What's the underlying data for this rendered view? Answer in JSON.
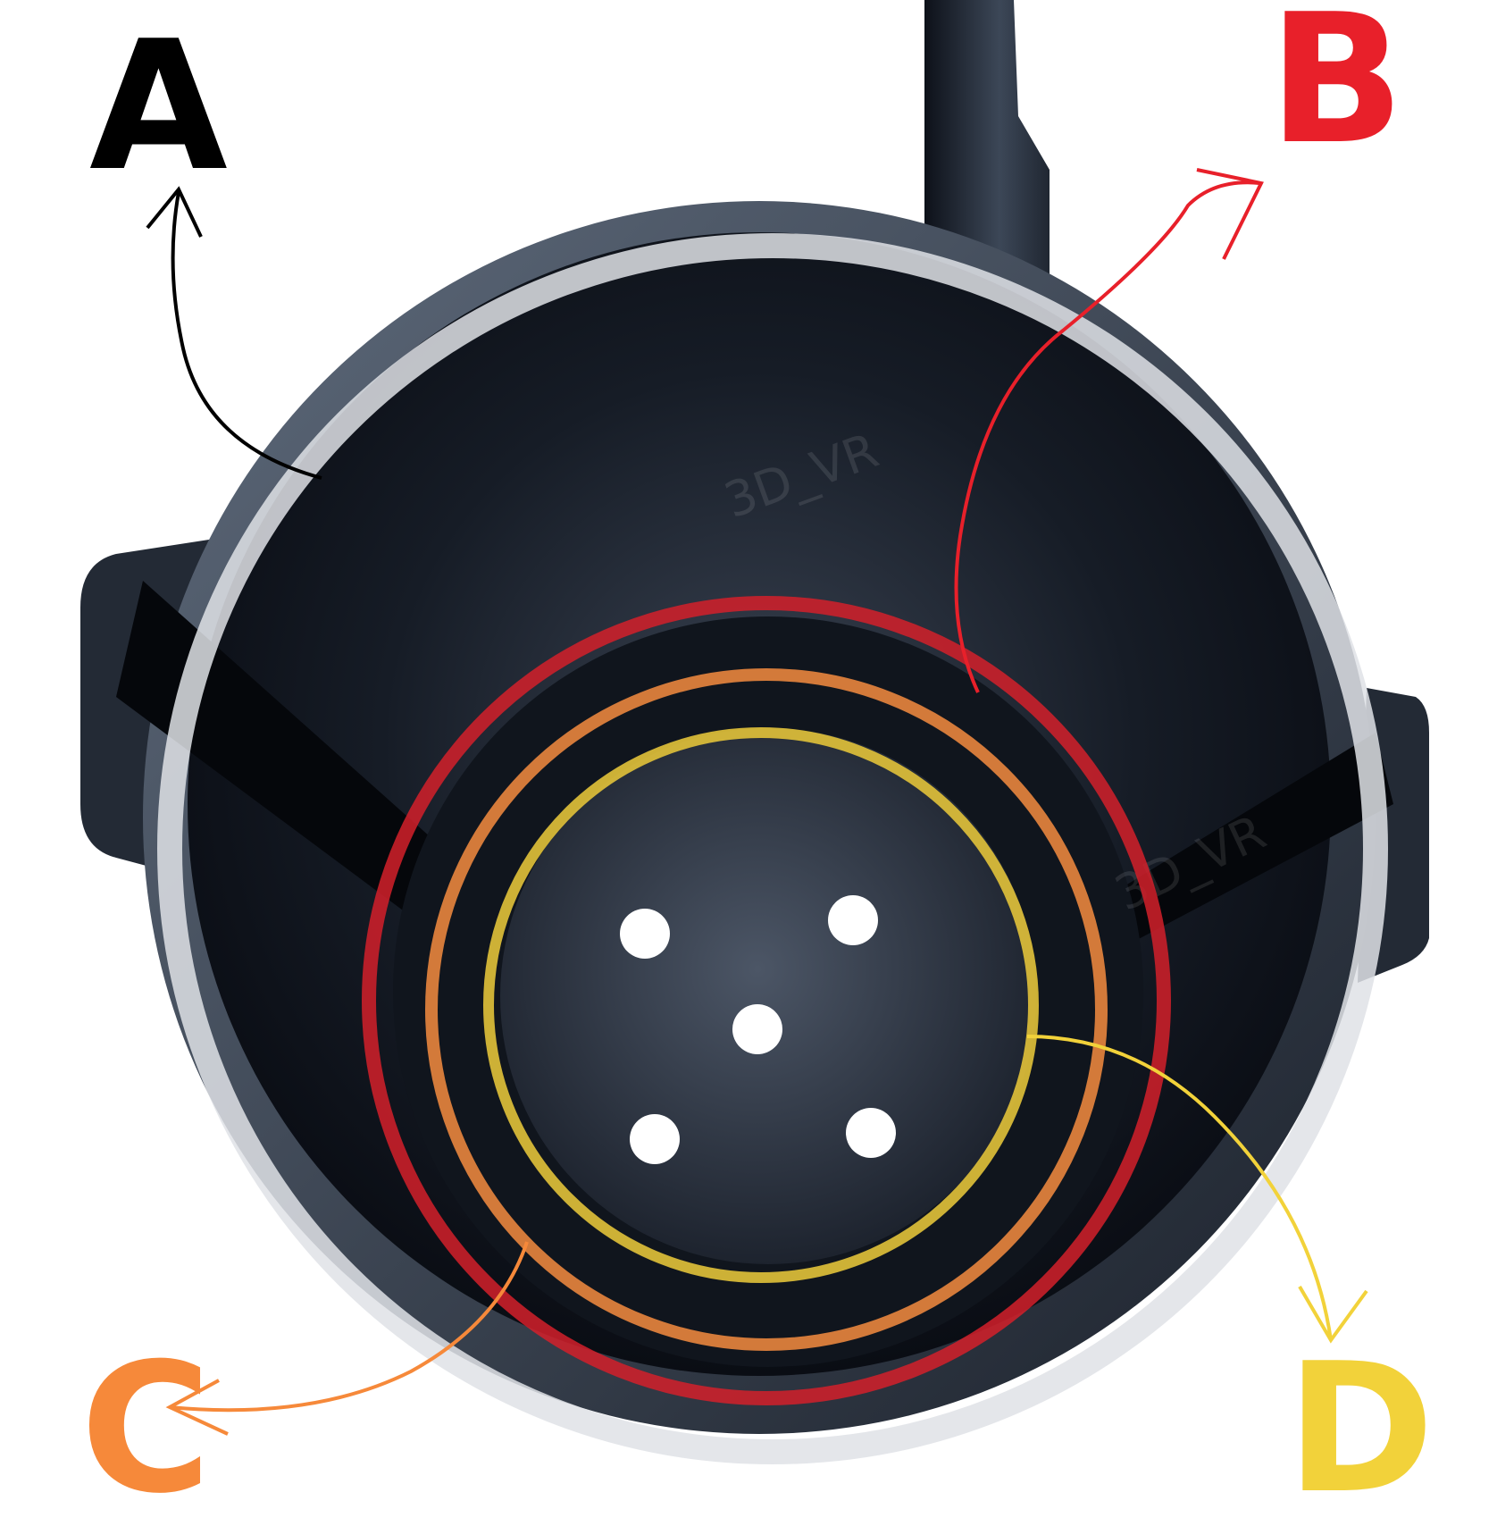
{
  "labels": {
    "a": "A",
    "b": "B",
    "c": "C",
    "d": "D"
  },
  "watermark": "3D_VR",
  "colors": {
    "a": "#000000",
    "b": "#e8202a",
    "c": "#f6893a",
    "d": "#f2d23a",
    "ring_outer": "#dfe2e6",
    "ring_red": "#d4202a",
    "ring_orange": "#e9853e",
    "ring_yellow": "#e2c23a",
    "plastic_dark": "#0d1119",
    "plastic_light": "#2b3340"
  },
  "icons": {
    "object": "printed-cup-photo"
  }
}
